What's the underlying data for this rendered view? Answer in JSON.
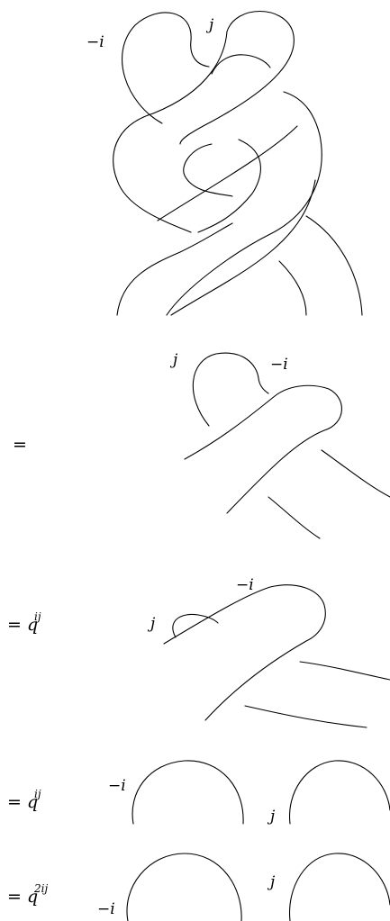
{
  "equations": [
    {
      "lhs": "",
      "labels": [
        "−i",
        "j"
      ]
    },
    {
      "lhs": "=",
      "labels": [
        "j",
        "−i"
      ]
    },
    {
      "lhs": {
        "eq": "=",
        "base": "q",
        "exp": "ij"
      },
      "labels": [
        "−i",
        "j"
      ]
    },
    {
      "lhs": {
        "eq": "=",
        "base": "q",
        "exp": "ij"
      },
      "labels": [
        "−i",
        "j"
      ]
    },
    {
      "lhs": {
        "eq": "=",
        "base": "q",
        "exp": "2ij"
      },
      "labels": [
        "−i",
        "j"
      ]
    }
  ]
}
